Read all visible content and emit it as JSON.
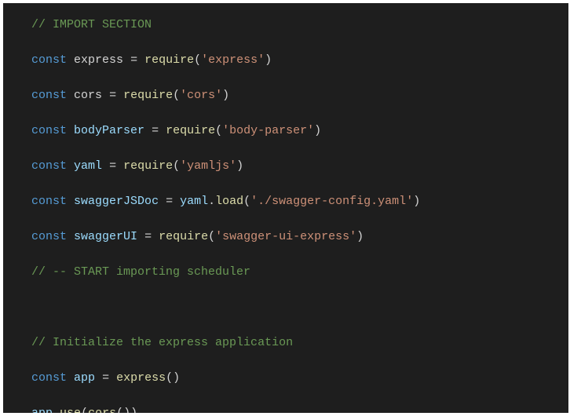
{
  "editor": {
    "lines": {
      "l1": {
        "comment": "// IMPORT SECTION"
      },
      "l2": {
        "kw": "const",
        "name": "express",
        "op": " = ",
        "fn": "require",
        "open": "(",
        "str": "'express'",
        "close": ")"
      },
      "l3": {
        "kw": "const",
        "name": "cors",
        "op": " = ",
        "fn": "require",
        "open": "(",
        "str": "'cors'",
        "close": ")"
      },
      "l4": {
        "kw": "const",
        "name": "bodyParser",
        "op": " = ",
        "fn": "require",
        "open": "(",
        "str": "'body-parser'",
        "close": ")"
      },
      "l5": {
        "kw": "const",
        "name": "yaml",
        "op": " = ",
        "fn": "require",
        "open": "(",
        "str": "'yamljs'",
        "close": ")"
      },
      "l6": {
        "kw": "const",
        "name": "swaggerJSDoc",
        "op": " = ",
        "obj": "yaml",
        "dot": ".",
        "fn": "load",
        "open": "(",
        "str": "'./swagger-config.yaml'",
        "close": ")"
      },
      "l7": {
        "kw": "const",
        "name": "swaggerUI",
        "op": " = ",
        "fn": "require",
        "open": "(",
        "str": "'swagger-ui-express'",
        "close": ")"
      },
      "l8": {
        "comment": "// -- START importing scheduler"
      },
      "l9": {
        "comment": "// Initialize the express application"
      },
      "l10": {
        "kw": "const",
        "name": "app",
        "op": " = ",
        "fn": "express",
        "call": "()"
      },
      "l11": {
        "obj": "app",
        "dot": ".",
        "fn": "use",
        "open": "(",
        "fn2": "cors",
        "call": "()",
        "close": ")"
      }
    }
  }
}
